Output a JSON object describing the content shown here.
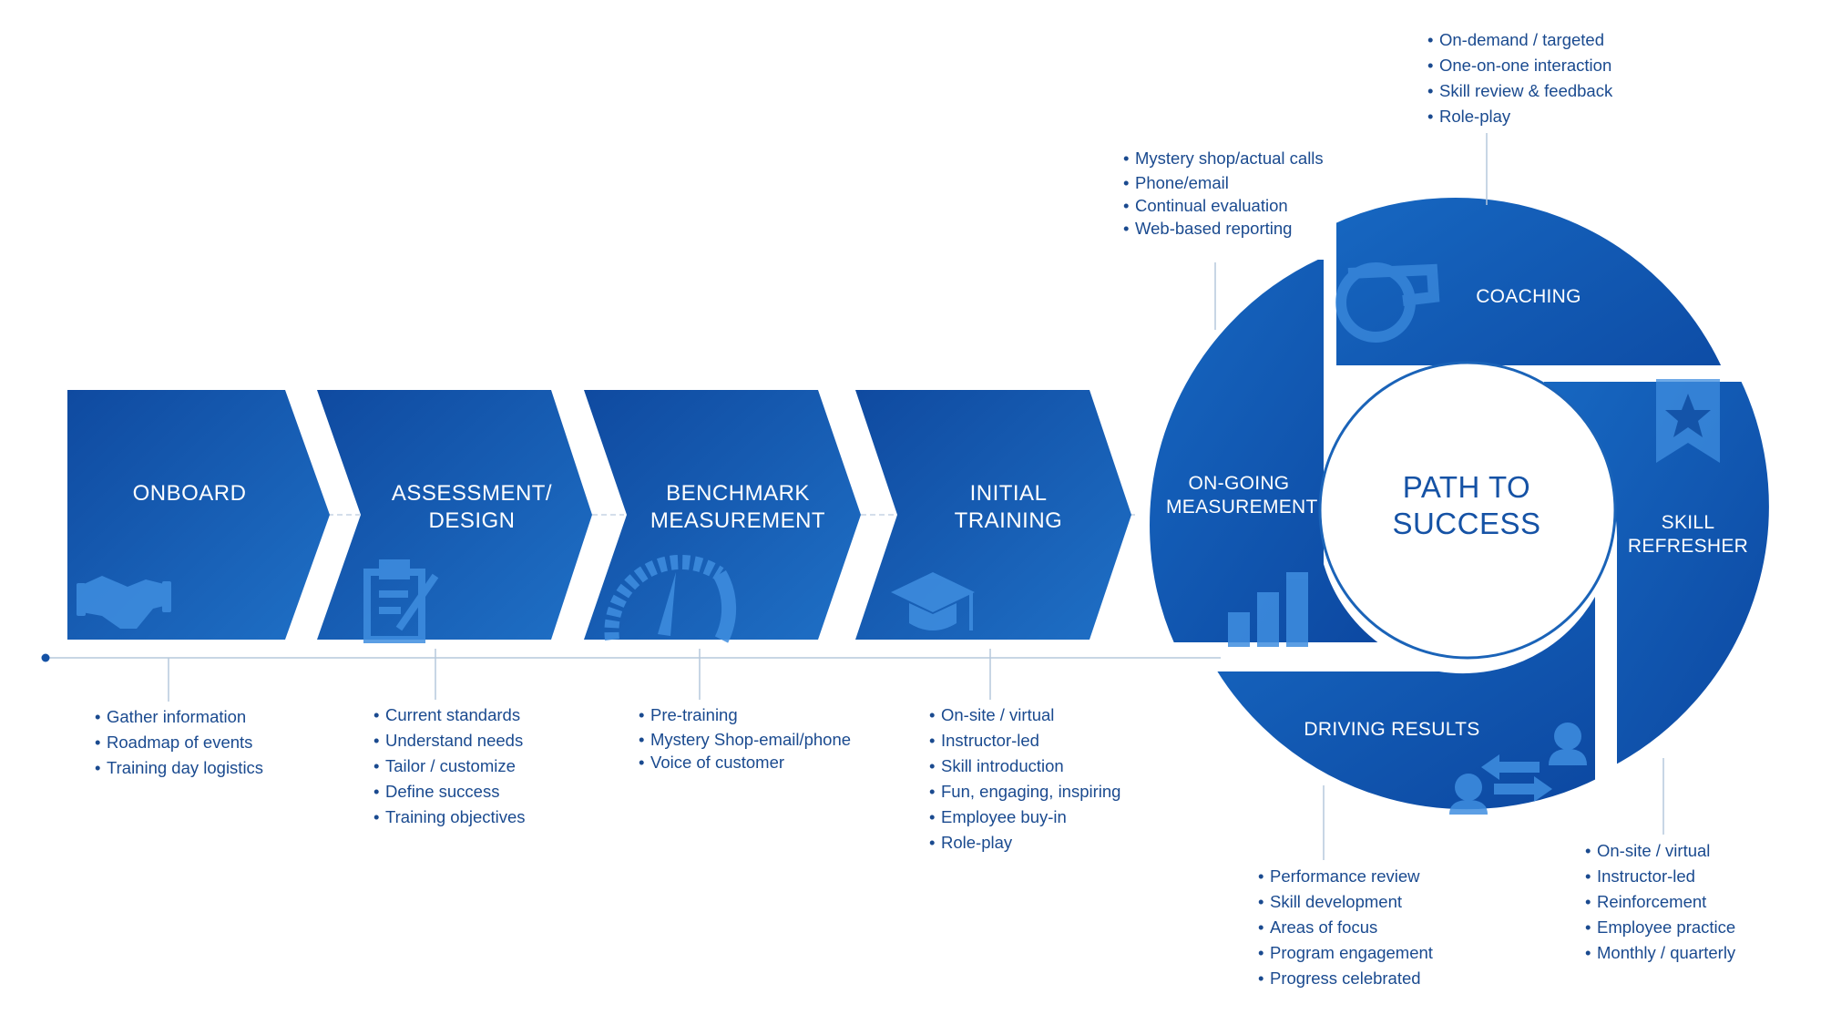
{
  "steps": [
    {
      "label_line1": "ONBOARD",
      "label_line2": "",
      "icon": "handshake-icon",
      "bullets": [
        "Gather information",
        "Roadmap of events",
        "Training day logistics"
      ]
    },
    {
      "label_line1": "ASSESSMENT/",
      "label_line2": "DESIGN",
      "icon": "clipboard-icon",
      "bullets": [
        "Current standards",
        "Understand needs",
        "Tailor / customize",
        "Define success",
        "Training objectives"
      ]
    },
    {
      "label_line1": "BENCHMARK",
      "label_line2": "MEASUREMENT",
      "icon": "gauge-icon",
      "bullets": [
        "Pre-training",
        "Mystery Shop-email/phone",
        "Voice of customer"
      ]
    },
    {
      "label_line1": "INITIAL",
      "label_line2": "TRAINING",
      "icon": "graduation-cap-icon",
      "bullets": [
        "On-site / virtual",
        "Instructor-led",
        "Skill introduction",
        "Fun, engaging, inspiring",
        "Employee buy-in",
        "Role-play"
      ]
    }
  ],
  "cycle": {
    "center": {
      "line1": "PATH TO",
      "line2": "SUCCESS"
    },
    "segments": {
      "ongoing": {
        "line1": "ON-GOING",
        "line2": "MEASUREMENT",
        "icon": "bar-chart-icon",
        "bullets": [
          "Mystery shop/actual calls",
          "Phone/email",
          "Continual evaluation",
          "Web-based reporting"
        ]
      },
      "coaching": {
        "line1": "COACHING",
        "icon": "whistle-icon",
        "bullets": [
          "On-demand / targeted",
          "One-on-one interaction",
          "Skill review & feedback",
          "Role-play"
        ]
      },
      "refresher": {
        "line1": "SKILL",
        "line2": "REFRESHER",
        "icon": "star-ribbon-icon",
        "bullets": [
          "On-site / virtual",
          "Instructor-led",
          "Reinforcement",
          "Employee practice",
          "Monthly / quarterly"
        ]
      },
      "results": {
        "line1": "DRIVING RESULTS",
        "icon": "people-exchange-icon",
        "bullets": [
          "Performance review",
          "Skill development",
          "Areas of focus",
          "Program engagement",
          "Progress celebrated"
        ]
      }
    }
  },
  "colors": {
    "primary": "#0f4fa5",
    "secondary": "#1a6fc4",
    "text": "#1a4a8f",
    "icon": "#3f8ee0",
    "line": "#b6c8dc"
  }
}
